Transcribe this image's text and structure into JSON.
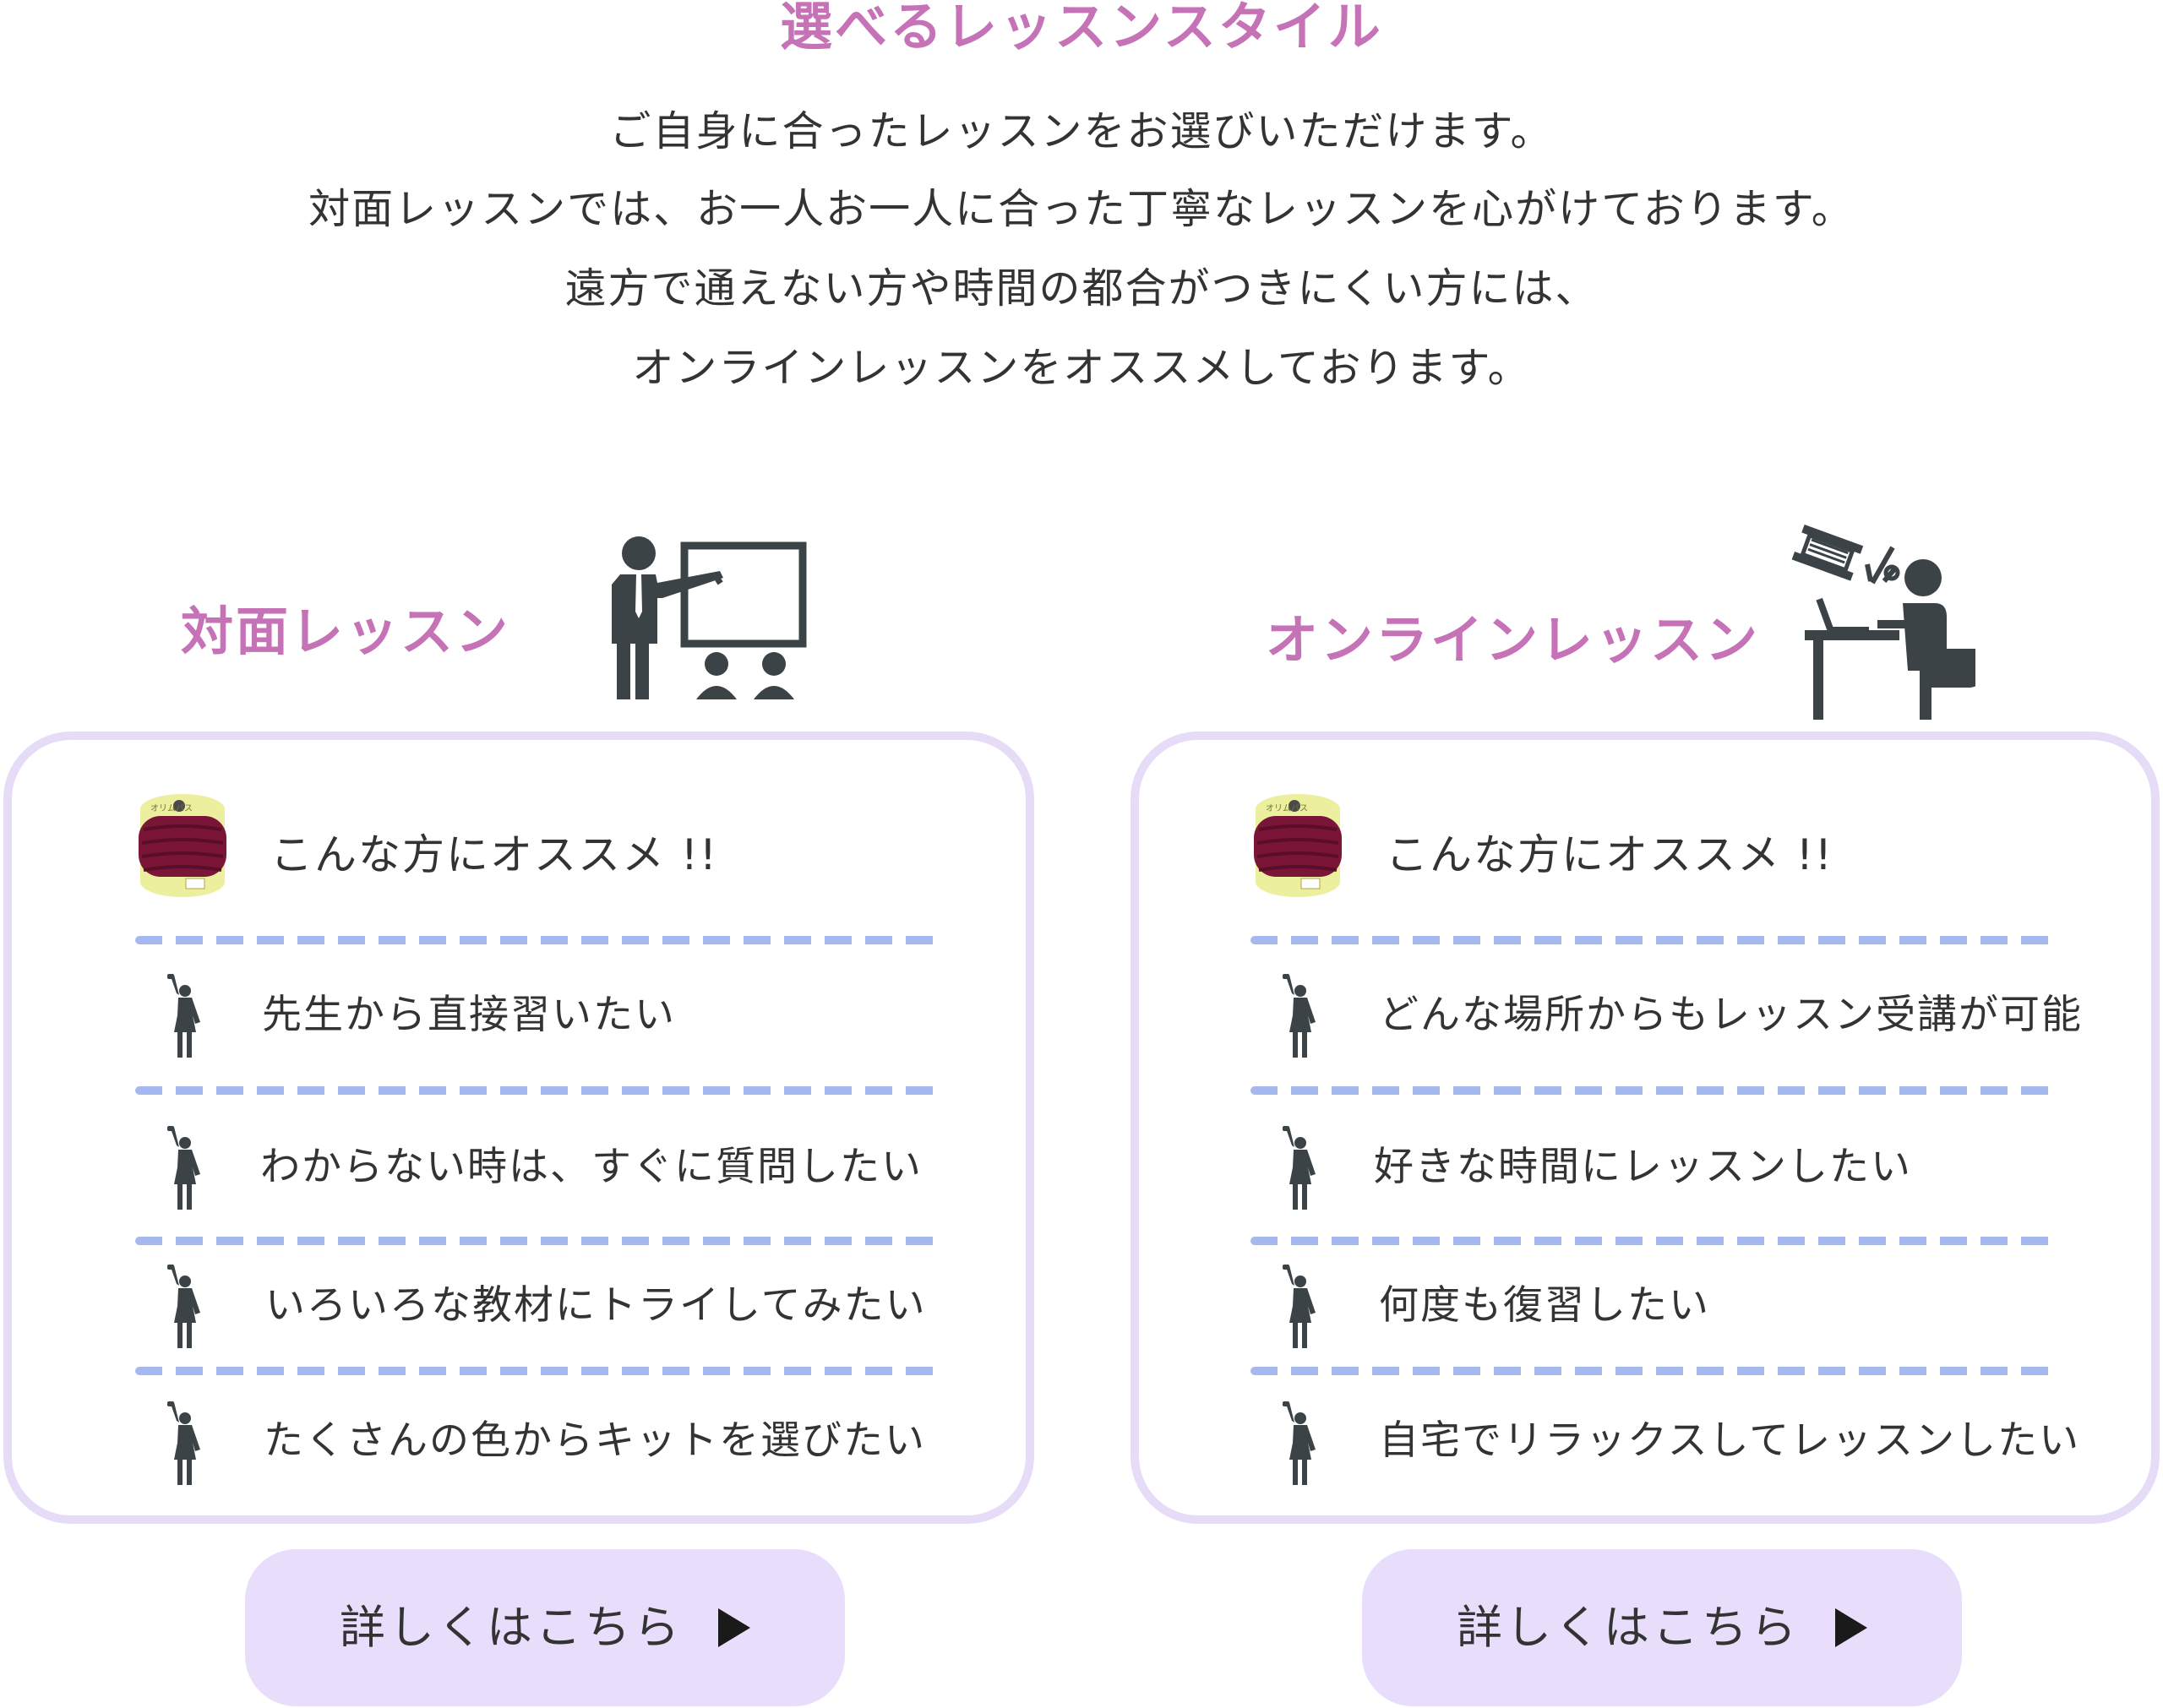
{
  "page": {
    "title": "選べるレッスンスタイル",
    "intro_lines": [
      "ご自身に合ったレッスンをお選びいただけます。",
      "対面レッスンでは、お一人お一人に合った丁寧なレッスンを心がけております。",
      "遠方で通えない方や時間の都合がつきにくい方には、",
      "オンラインレッスンをオススメしております。"
    ]
  },
  "colors": {
    "accent": "#c572b6",
    "card_border": "#e6dcf8",
    "button_bg": "#e8defb",
    "divider": "#a5b9f0",
    "icon": "#3b4347"
  },
  "in_person": {
    "title": "対面レッスン",
    "icon": "teacher-board-icon",
    "card_header": "こんな方にオススメ !!",
    "items": [
      "先生から直接習いたい",
      "わからない時は、すぐに質問したい",
      "いろいろな教材にトライしてみたい",
      "たくさんの色からキットを選びたい"
    ],
    "button_label": "詳しくはこちら"
  },
  "online": {
    "title": "オンラインレッスン",
    "icon": "online-desk-sewing-icon",
    "card_header": "こんな方にオススメ !!",
    "items": [
      "どんな場所からもレッスン受講が可能",
      "好きな時間にレッスンしたい",
      "何度も復習したい",
      "自宅でリラックスしてレッスンしたい"
    ],
    "button_label": "詳しくはこちら"
  }
}
